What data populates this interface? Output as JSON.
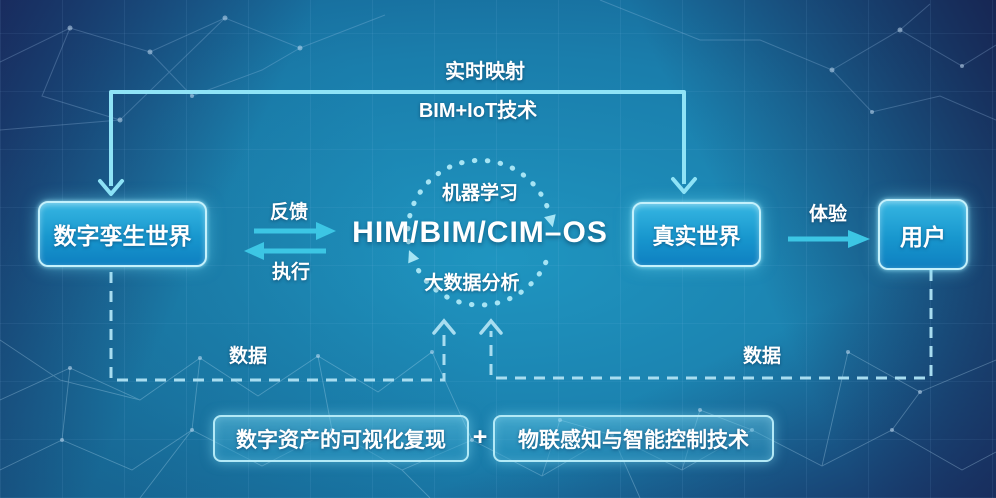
{
  "flow_top": {
    "realtime_mapping": "实时映射",
    "bim_iot": "BIM+IoT技术"
  },
  "nodes": {
    "digital_twin": {
      "label": "数字孪生世界"
    },
    "real_world": {
      "label": "真实世界"
    },
    "user": {
      "label": "用户"
    },
    "core": {
      "label": "HIM/BIM/CIM–OS"
    }
  },
  "cycle": {
    "machine_learning": "机器学习",
    "big_data_analysis": "大数据分析"
  },
  "exchange": {
    "feedback": "反馈",
    "execute": "执行"
  },
  "experience": {
    "label": "体验"
  },
  "data_flow": {
    "left_label": "数据",
    "right_label": "数据"
  },
  "bottom_formula": {
    "left_box": "数字资产的可视化复现",
    "operator": "+",
    "right_box": "物联感知与智能控制技术"
  },
  "colors": {
    "background_center": "#1f95c0",
    "background_corner": "#192a5c",
    "node_fill_top": "#36b6e2",
    "node_fill_bottom": "#0e80c1",
    "node_border": "#c4f1fc",
    "bracket_arrow": "#8fe3f6",
    "solid_arrow": "#3cc6e4",
    "dashed_line": "#a8ddf0",
    "dotted_circle": "#a6e4f4",
    "text": "#ffffff"
  }
}
